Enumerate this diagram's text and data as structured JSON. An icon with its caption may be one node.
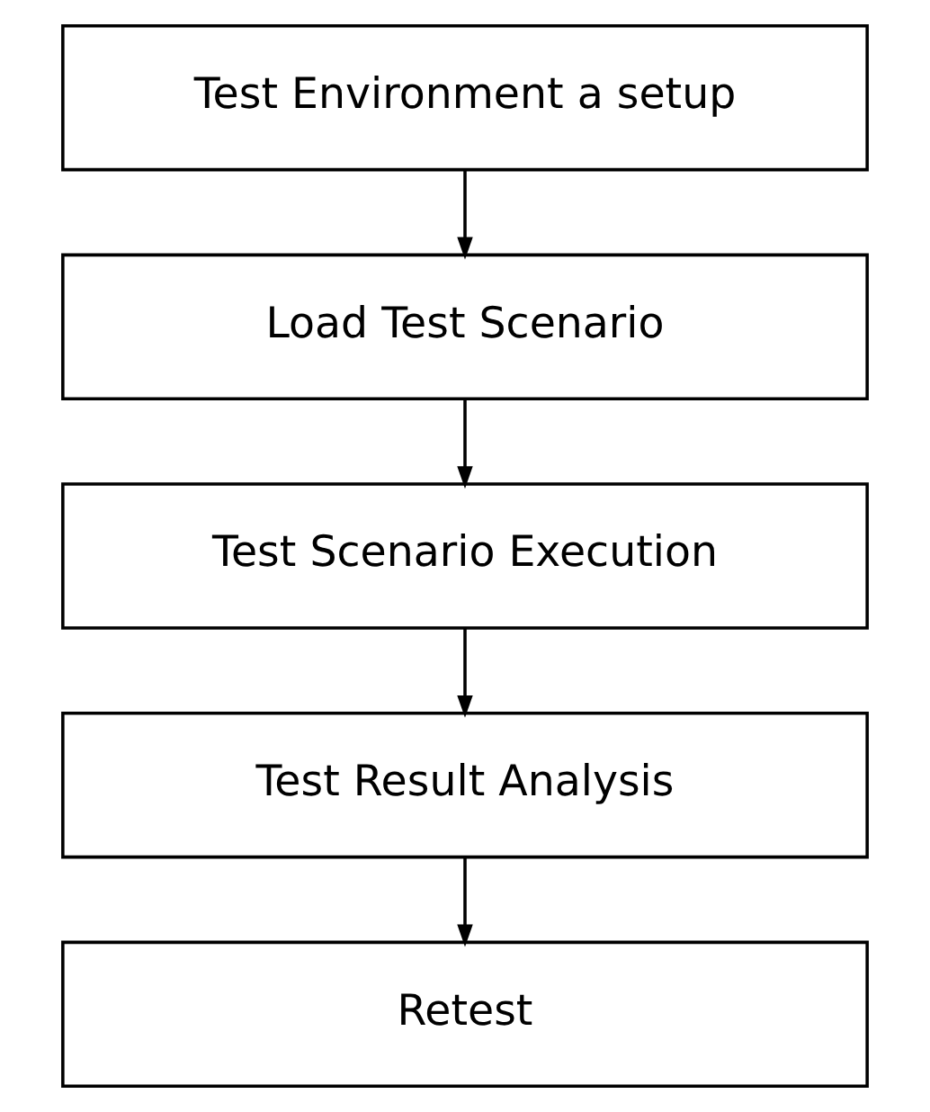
{
  "diagram": {
    "nodes": [
      {
        "text": [
          "Test Environment a setup"
        ]
      },
      {
        "text": [
          "Load Test Scenario"
        ]
      },
      {
        "text": [
          "Test Scenario Execution"
        ]
      },
      {
        "text": [
          "Test Result Analysis"
        ]
      },
      {
        "text": [
          "Retest"
        ]
      }
    ],
    "edges": [
      {
        "from": 0,
        "to": 1,
        "arrow": "to"
      },
      {
        "from": 1,
        "to": 2,
        "arrow": "to"
      },
      {
        "from": 2,
        "to": 3,
        "arrow": "to"
      },
      {
        "from": 3,
        "to": 4,
        "arrow": "to"
      }
    ]
  }
}
